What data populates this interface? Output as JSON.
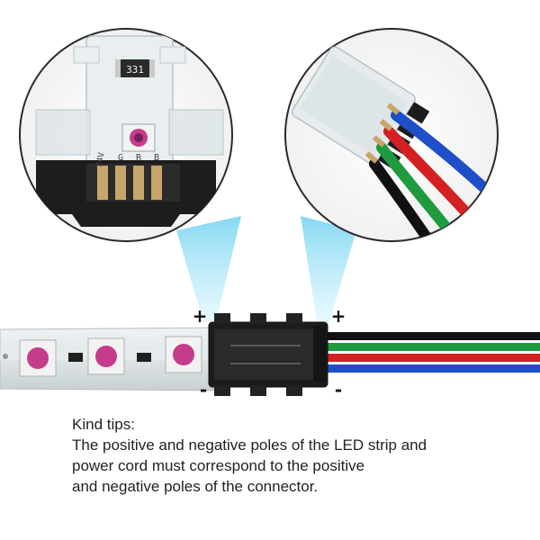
{
  "diagram": {
    "strip_polarity": {
      "plus": "+",
      "minus": "-"
    },
    "wire_polarity": {
      "plus": "+",
      "minus": "-"
    },
    "left_closeup": {
      "resistor_code": "331",
      "pad_labels": [
        "24V",
        "G",
        "R",
        "B"
      ]
    },
    "wires": {
      "colors": [
        "#111111",
        "#1f9a3e",
        "#d42020",
        "#1f4fc8"
      ]
    }
  },
  "caption": {
    "heading": "Kind tips:",
    "lines": [
      "The positive and negative poles of the LED strip and",
      "power cord must correspond to the positive",
      "and negative poles of the connector."
    ]
  }
}
